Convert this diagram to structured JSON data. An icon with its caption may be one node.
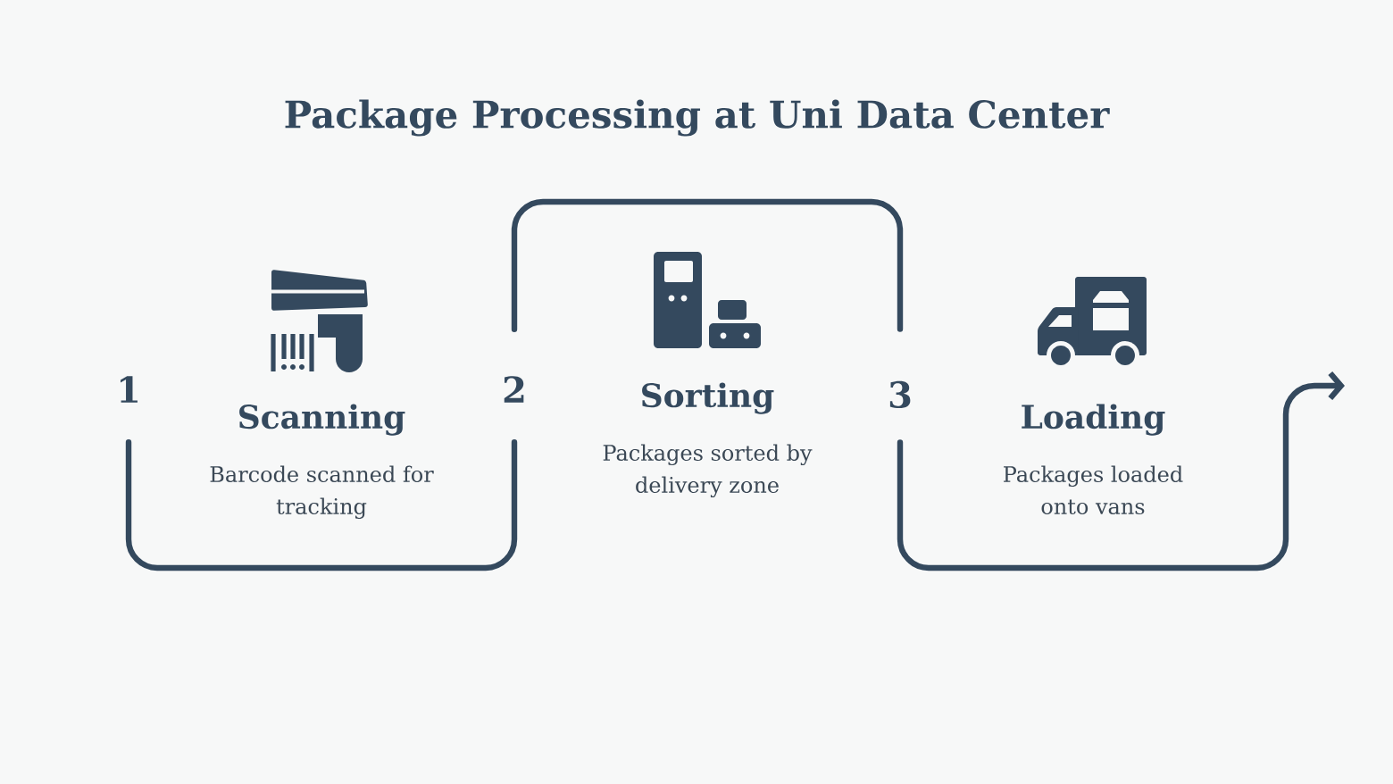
{
  "diagram": {
    "title": "Package Processing at Uni Data Center",
    "nodes": [
      {
        "text": [
          "1"
        ]
      },
      {
        "text": [
          "Scanning",
          "Barcode scanned for tracking"
        ]
      },
      {
        "text": [
          "2"
        ]
      },
      {
        "text": [
          "Sorting",
          "Packages sorted by delivery zone"
        ]
      },
      {
        "text": [
          "3"
        ]
      },
      {
        "text": [
          "Loading",
          "Packages loaded onto vans"
        ]
      }
    ],
    "edges": [
      {
        "from": 0,
        "to": 2,
        "arrow": "none"
      },
      {
        "from": 2,
        "to": 4,
        "arrow": "none"
      },
      {
        "from": 4,
        "to": null,
        "arrow": "to"
      }
    ]
  }
}
